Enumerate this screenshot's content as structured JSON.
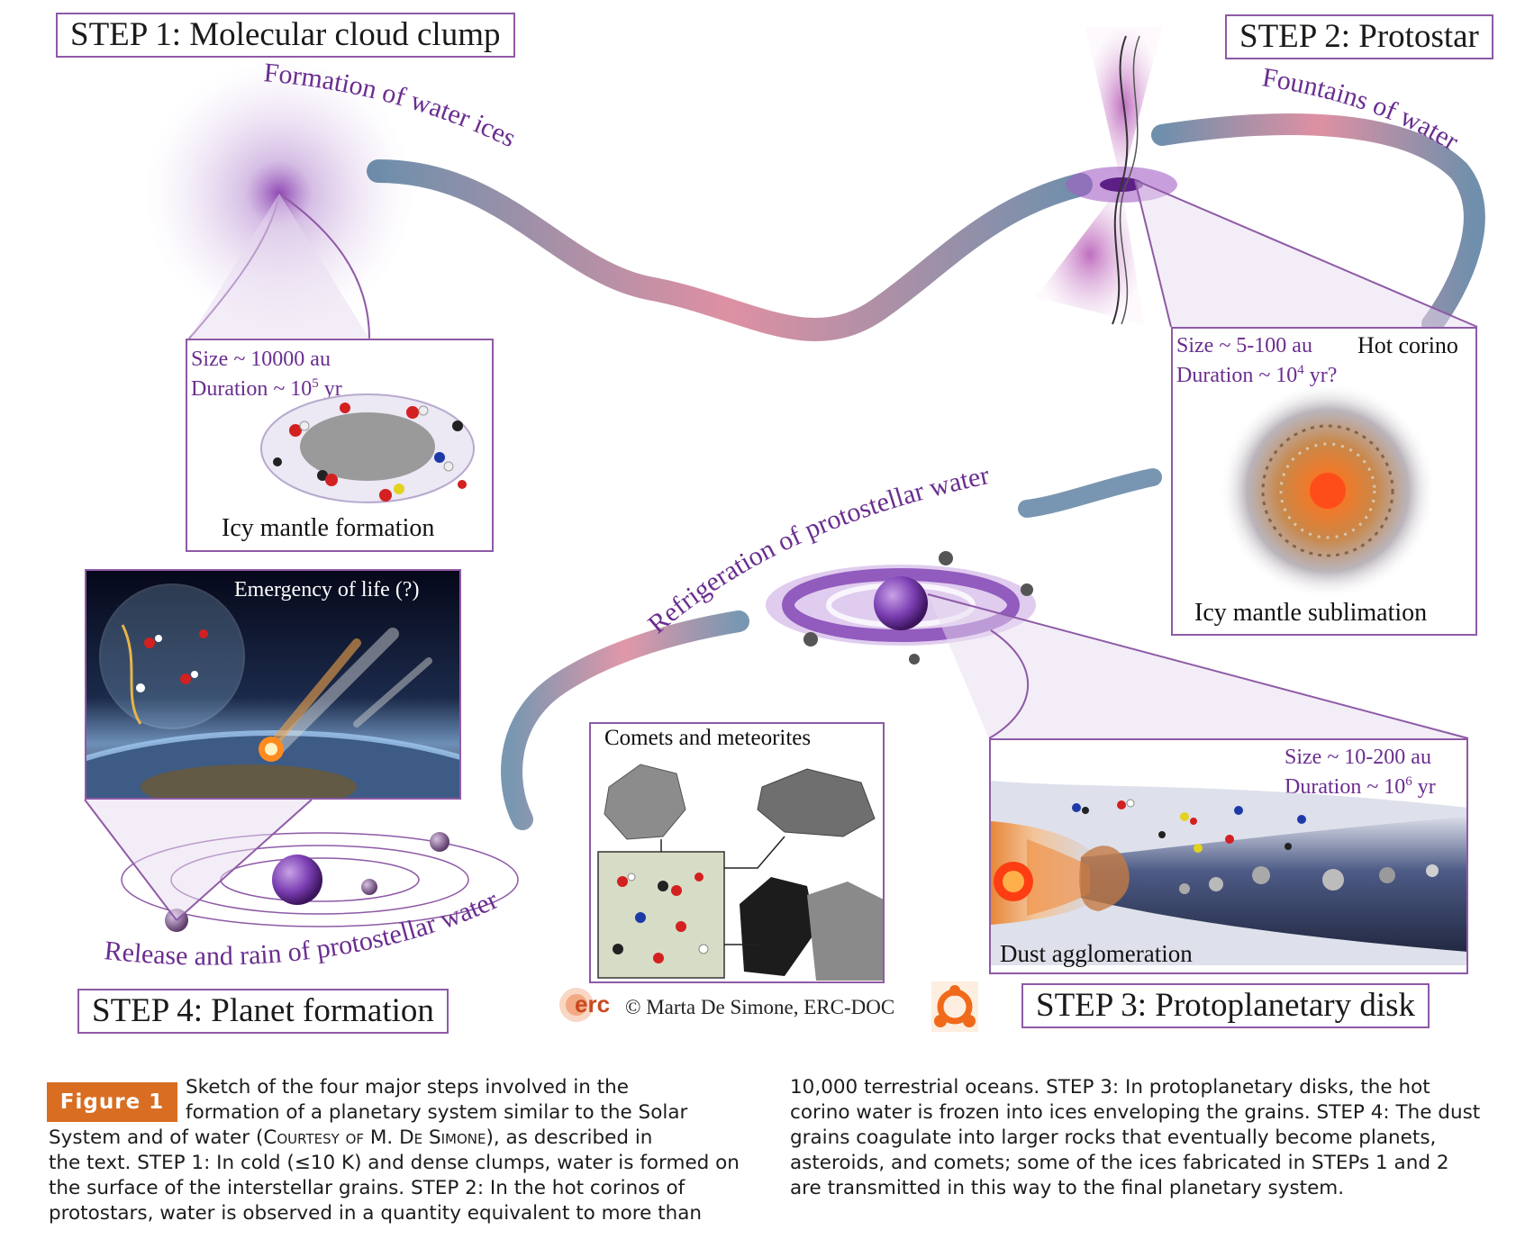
{
  "figure": {
    "step1": {
      "title": "STEP 1: Molecular cloud clump",
      "arc_label": "Formation of water ices",
      "size": "Size ~ 10000 au",
      "duration_prefix": "Duration ~ 10",
      "duration_exp": "5",
      "duration_suffix": " yr",
      "panel_caption": "Icy mantle formation"
    },
    "step2": {
      "title": "STEP 2: Protostar",
      "arc_label": "Fountains of water",
      "size": "Size ~ 5-100 au",
      "hot_corino": "Hot corino",
      "duration_prefix": "Duration ~ 10",
      "duration_exp": "4",
      "duration_suffix": " yr?",
      "panel_caption": "Icy mantle sublimation"
    },
    "step3": {
      "title": "STEP 3: Protoplanetary disk",
      "arc_label": "Refrigeration of protostellar water",
      "size": "Size ~ 10-200 au",
      "duration_prefix": "Duration ~ 10",
      "duration_exp": "6",
      "duration_suffix": " yr",
      "panel_caption": "Dust agglomeration"
    },
    "step4": {
      "title": "STEP 4: Planet formation",
      "arc_label": "Release and rain of protostellar water",
      "life_label": "Emergency of life (?)"
    },
    "comets_label": "Comets and meteorites",
    "erc_logo_text": "erc",
    "credit": "© Marta De Simone, ERC-DOC"
  },
  "caption": {
    "tag": "Figure 1",
    "col1_line1": "Sketch of the four major steps involved in the",
    "col1_line2": "formation of a planetary system similar to the Solar",
    "col1_line3a": "System and of water (",
    "col1_line3b": "Courtesy of M. De Simone",
    "col1_line3c": "), as described in",
    "col1_rest": "the text. STEP 1: In cold (≤10 K) and dense clumps, water is formed on the surface of the interstellar grains. STEP 2: In the hot corinos of protostars, water is observed in a quantity equivalent to more than",
    "col2": "10,000 terrestrial oceans. STEP 3: In protoplanetary disks, the hot corino water is frozen into ices enveloping the grains. STEP 4: The dust grains coagulate into larger rocks that eventually become planets, asteroids, and comets; some of the ices fabricated in STEPs 1 and 2 are transmitted in this way to the final planetary system."
  },
  "colors": {
    "frame_purple": "#8e5aa6",
    "label_purple": "#6a2d8f",
    "tag_orange": "#d96d22",
    "stream_blue": "#3f6a90",
    "stream_pink": "#d46b84"
  }
}
